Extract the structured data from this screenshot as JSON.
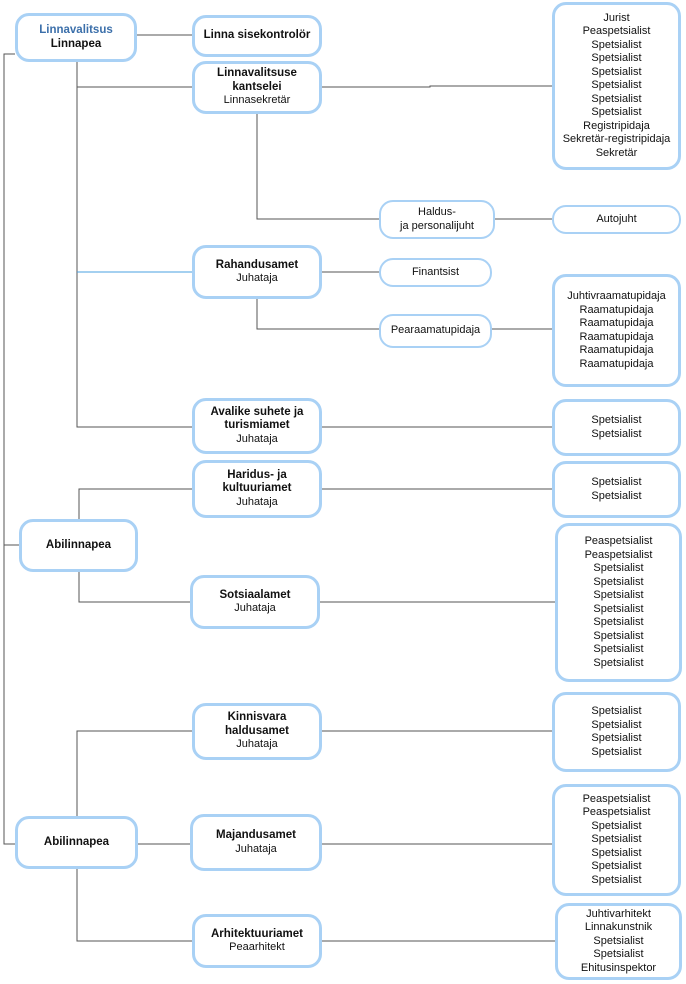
{
  "top": {
    "title": "Linnavalitsus",
    "subtitle": "Linnapea"
  },
  "sisekontrolor": {
    "title": "Linna sisekontrolör"
  },
  "kantselei": {
    "title_line1": "Linnavalitsuse",
    "title_line2": "kantselei",
    "head": "Linnasekretär"
  },
  "kantselei_staff": [
    "Jurist",
    "Peaspetsialist",
    "Spetsialist",
    "Spetsialist",
    "Spetsialist",
    "Spetsialist",
    "Spetsialist",
    "Spetsialist",
    "Registripidaja",
    "Sekretär-registripidaja",
    "Sekretär"
  ],
  "haldus": {
    "line1": "Haldus-",
    "line2": "ja personalijuht"
  },
  "autojuht": {
    "label": "Autojuht"
  },
  "rahandus": {
    "title": "Rahandusamet",
    "head": "Juhataja"
  },
  "finantsist": {
    "label": "Finantsist"
  },
  "pearaamatupidaja": {
    "label": "Pearaamatupidaja"
  },
  "raamatupidamine_staff": [
    "Juhtivraamatupidaja",
    "Raamatupidaja",
    "Raamatupidaja",
    "Raamatupidaja",
    "Raamatupidaja",
    "Raamatupidaja"
  ],
  "avalike": {
    "title_line1": "Avalike suhete ja",
    "title_line2": "turismiamet",
    "head": "Juhataja"
  },
  "avalike_staff": [
    "Spetsialist",
    "Spetsialist"
  ],
  "haridus": {
    "title_line1": "Haridus- ja",
    "title_line2": "kultuuriamet",
    "head": "Juhataja"
  },
  "haridus_staff": [
    "Spetsialist",
    "Spetsialist"
  ],
  "abilinnapea1": {
    "title": "Abilinnapea"
  },
  "sotsiaal": {
    "title": "Sotsiaalamet",
    "head": "Juhataja"
  },
  "sotsiaal_staff": [
    "Peaspetsialist",
    "Peaspetsialist",
    "Spetsialist",
    "Spetsialist",
    "Spetsialist",
    "Spetsialist",
    "Spetsialist",
    "Spetsialist",
    "Spetsialist",
    "Spetsialist"
  ],
  "kinnisvara": {
    "title_line1": "Kinnisvara",
    "title_line2": "haldusamet",
    "head": "Juhataja"
  },
  "kinnisvara_staff": [
    "Spetsialist",
    "Spetsialist",
    "Spetsialist",
    "Spetsialist"
  ],
  "abilinnapea2": {
    "title": "Abilinnapea"
  },
  "majandus": {
    "title": "Majandusamet",
    "head": "Juhataja"
  },
  "majandus_staff": [
    "Peaspetsialist",
    "Peaspetsialist",
    "Spetsialist",
    "Spetsialist",
    "Spetsialist",
    "Spetsialist",
    "Spetsialist"
  ],
  "arhitektuur": {
    "title": "Arhitektuuriamet",
    "head": "Peaarhitekt"
  },
  "arhitektuur_staff": [
    "Juhtivarhitekt",
    "Linnakunstnik",
    "Spetsialist",
    "Spetsialist",
    "Ehitusinspektor"
  ],
  "colors": {
    "border": "#a9d1f5",
    "line": "#555555",
    "line_highlight": "#4aa0e0",
    "title_accent": "#3b6faa"
  }
}
